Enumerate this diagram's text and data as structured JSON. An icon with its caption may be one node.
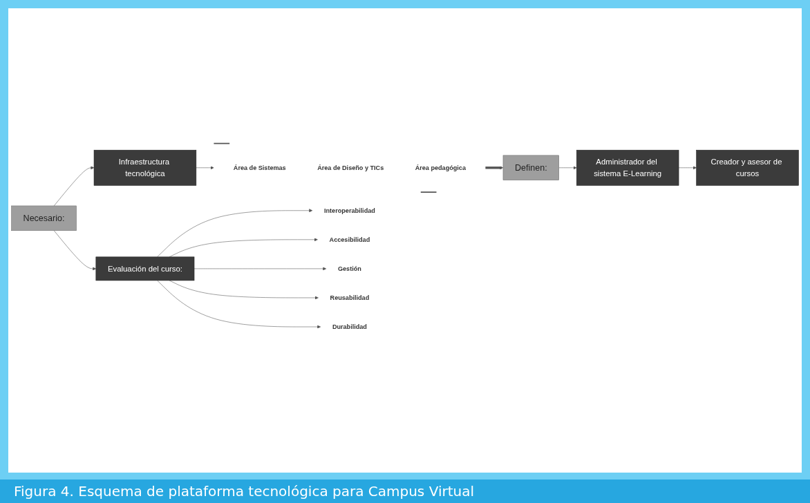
{
  "diagram": {
    "caption": "Figura 4. Esquema de plataforma tecnológica para Campus Virtual",
    "nodes": [
      {
        "text": [
          "Necesario:"
        ]
      },
      {
        "text": [
          "Infraestructura tecnológica"
        ]
      },
      {
        "text": [],
        "shape": "bracket"
      },
      {
        "text": [
          "Área de Sistemas"
        ],
        "in": 2
      },
      {
        "text": [
          "Área de Diseño y TICs"
        ],
        "in": 2
      },
      {
        "text": [
          "Área pedagógica"
        ],
        "in": 2
      },
      {
        "text": [
          "Definen:"
        ]
      },
      {
        "text": [
          "Administrador del sistema E-Learning"
        ]
      },
      {
        "text": [
          "Creador y asesor de cursos"
        ]
      },
      {
        "text": [
          "Evaluación del curso:"
        ]
      },
      {
        "text": [
          "Interoperabilidad"
        ]
      },
      {
        "text": [
          "Accesibilidad"
        ]
      },
      {
        "text": [
          "Gestión"
        ]
      },
      {
        "text": [
          "Reusabilidad"
        ]
      },
      {
        "text": [
          "Durabilidad"
        ]
      }
    ],
    "edges": [
      {
        "from": 0,
        "to": 1,
        "arrow": "to"
      },
      {
        "from": 1,
        "to": 2,
        "arrow": "to"
      },
      {
        "from": 2,
        "to": 6,
        "arrow": "to",
        "style": "thick"
      },
      {
        "from": 6,
        "to": 7,
        "arrow": "to"
      },
      {
        "from": 7,
        "to": 8,
        "arrow": "to"
      },
      {
        "from": 0,
        "to": 9,
        "arrow": "to"
      },
      {
        "from": 9,
        "to": 10,
        "arrow": "to"
      },
      {
        "from": 9,
        "to": 11,
        "arrow": "to"
      },
      {
        "from": 9,
        "to": 12,
        "arrow": "to"
      },
      {
        "from": 9,
        "to": 13,
        "arrow": "to"
      },
      {
        "from": 9,
        "to": 14,
        "arrow": "to"
      }
    ]
  }
}
